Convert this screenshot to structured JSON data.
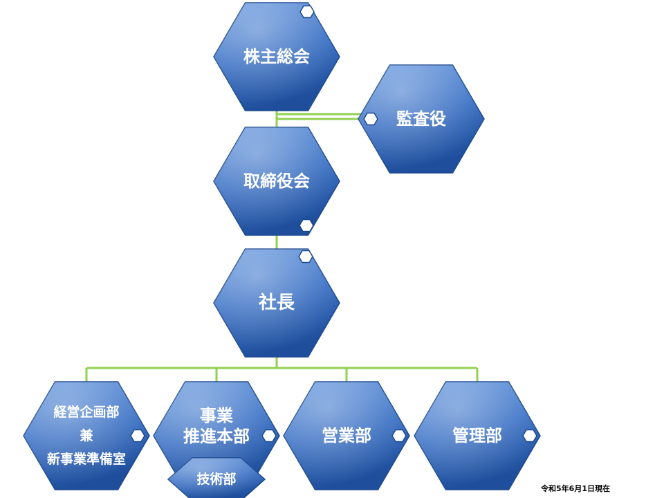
{
  "colors": {
    "hex_fill_light": "#5b8ed8",
    "hex_fill_dark": "#1f4f9c",
    "hex_stroke": "#1d4a8f",
    "connector": "#92d050",
    "text": "#ffffff"
  },
  "nodes": {
    "shareholders": "株主総会",
    "auditor": "監査役",
    "board": "取締役会",
    "president": "社長",
    "planning": [
      "経営企画部",
      "兼",
      "新事業準備室"
    ],
    "bizdev": [
      "事業",
      "推進本部"
    ],
    "tech": "技術部",
    "sales": "営業部",
    "admin": "管理部"
  },
  "footer": {
    "as_of": "令和5年6月1日現在"
  }
}
